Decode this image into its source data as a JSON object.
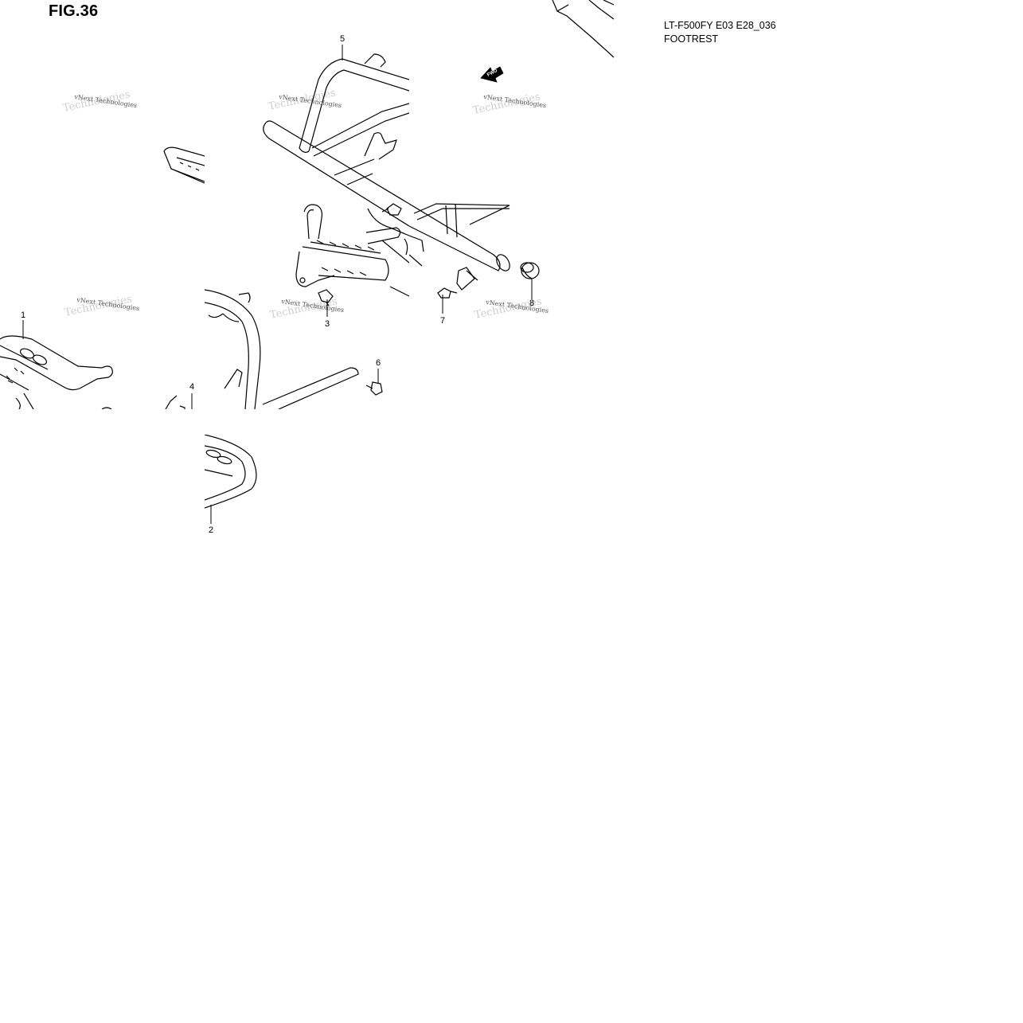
{
  "header": {
    "figure": "FIG.36",
    "model_code": "LT-F500FY E03 E28_036",
    "section": "FOOTREST"
  },
  "direction_marker": "FWD",
  "callouts": [
    {
      "number": "1"
    },
    {
      "number": "2"
    },
    {
      "number": "3"
    },
    {
      "number": "4"
    },
    {
      "number": "5"
    },
    {
      "number": "6"
    },
    {
      "number": "7"
    },
    {
      "number": "8"
    }
  ],
  "watermark": {
    "line1": "vNext Technologies",
    "line2": "Technologies"
  }
}
